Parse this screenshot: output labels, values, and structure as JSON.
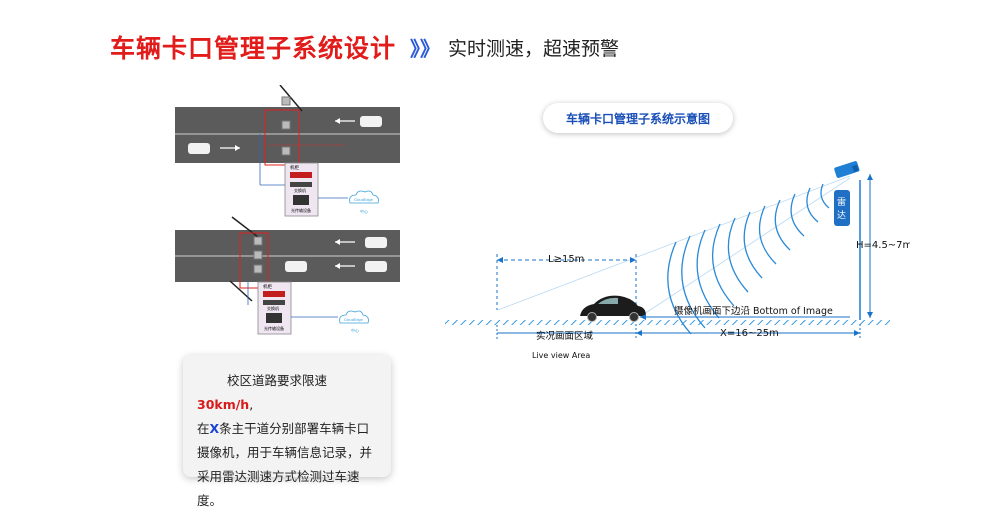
{
  "header": {
    "title": "车辆卡口管理子系统设计",
    "arrows": "》》",
    "subtitle": "实时测速，超速预警"
  },
  "left_diagram": {
    "top_cabinet_label": "机柜",
    "switch_label": "交换机",
    "converter_label": "光传输设备",
    "cloud_label": "CloudEdge",
    "center_label": "中心"
  },
  "right_diagram": {
    "title": "车辆卡口管理子系统示意图",
    "radar_label": "雷达",
    "height_label": "H=4.5~7m",
    "l_label": "L≥15m",
    "bottom_edge_label": "摄像机画面下边沿 Bottom of Image",
    "x_label": "X=16~25m",
    "live_area_cn": "实况画面区域",
    "live_area_en": "Live view Area"
  },
  "textbox": {
    "line1_pre": "校区道路要求限速",
    "line1_speed": "30km/h",
    "line1_post": ",",
    "line2_pre": "在",
    "line2_x": "X",
    "line2_post": "条主干道分别部署车辆卡口",
    "line3": "摄像机，用于车辆信息记录，并",
    "line4": "采用雷达测速方式检测过车速度。"
  },
  "colors": {
    "title_red": "#e21b1b",
    "accent_blue": "#2a5bd7",
    "dimension_blue": "#1a73c8",
    "road_gray": "#5b5b5b"
  }
}
